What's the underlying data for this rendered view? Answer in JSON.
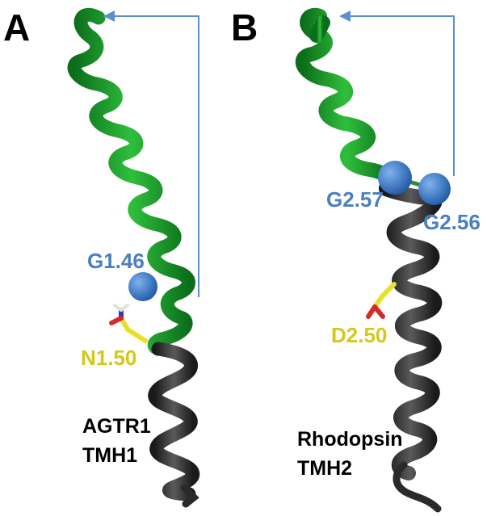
{
  "panels": [
    {
      "letter": "A",
      "glycine_labels": [
        "G1.46"
      ],
      "polar_residue_label": "N1.50",
      "protein": "AGTR1",
      "helix": "TMH1"
    },
    {
      "letter": "B",
      "glycine_labels": [
        "G2.57",
        "G2.56"
      ],
      "polar_residue_label": "D2.50",
      "protein": "Rhodopsin",
      "helix": "TMH2"
    }
  ],
  "colors": {
    "helix_upper": "#1f9e2e",
    "helix_lower": "#3a3a3a",
    "glycine_sphere": "#3a78c4",
    "glycine_label": "#4a7fc1",
    "polar_label": "#d4c81a",
    "side_chain_carbon": "#e9e02a",
    "side_chain_oxygen": "#d62a2a",
    "side_chain_nitrogen": "#2a3ac4",
    "arrow": "#5b8fd0"
  }
}
